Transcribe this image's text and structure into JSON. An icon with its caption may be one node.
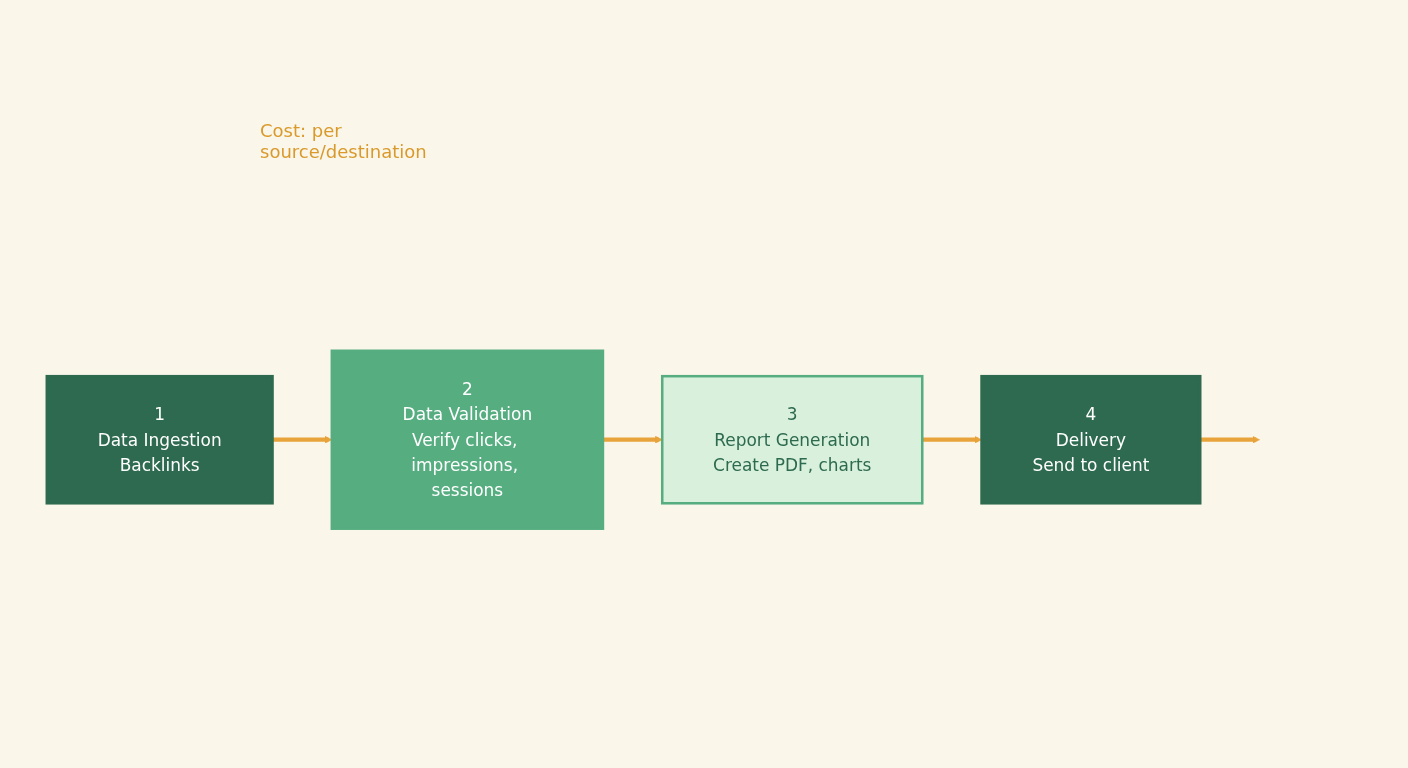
{
  "diagram": {
    "nodes": [
      {
        "text": [
          "1",
          "Data Ingestion",
          "Backlinks"
        ]
      },
      {
        "text": [
          "2",
          "Data Validation",
          "Verify clicks, impressions, sessions"
        ]
      },
      {
        "text": [
          "3",
          "Report Generation",
          "Create PDF, charts"
        ]
      },
      {
        "text": [
          "4",
          "Delivery",
          "Send to client"
        ]
      }
    ],
    "edges": [
      {
        "from": 0,
        "to": 1,
        "arrow": "to"
      },
      {
        "from": 1,
        "to": 2,
        "arrow": "to"
      },
      {
        "from": 2,
        "to": 3,
        "arrow": "to"
      },
      {
        "from": 3,
        "to": null,
        "arrow": "to"
      }
    ],
    "labels": [
      "Cost: per source/destination"
    ]
  }
}
